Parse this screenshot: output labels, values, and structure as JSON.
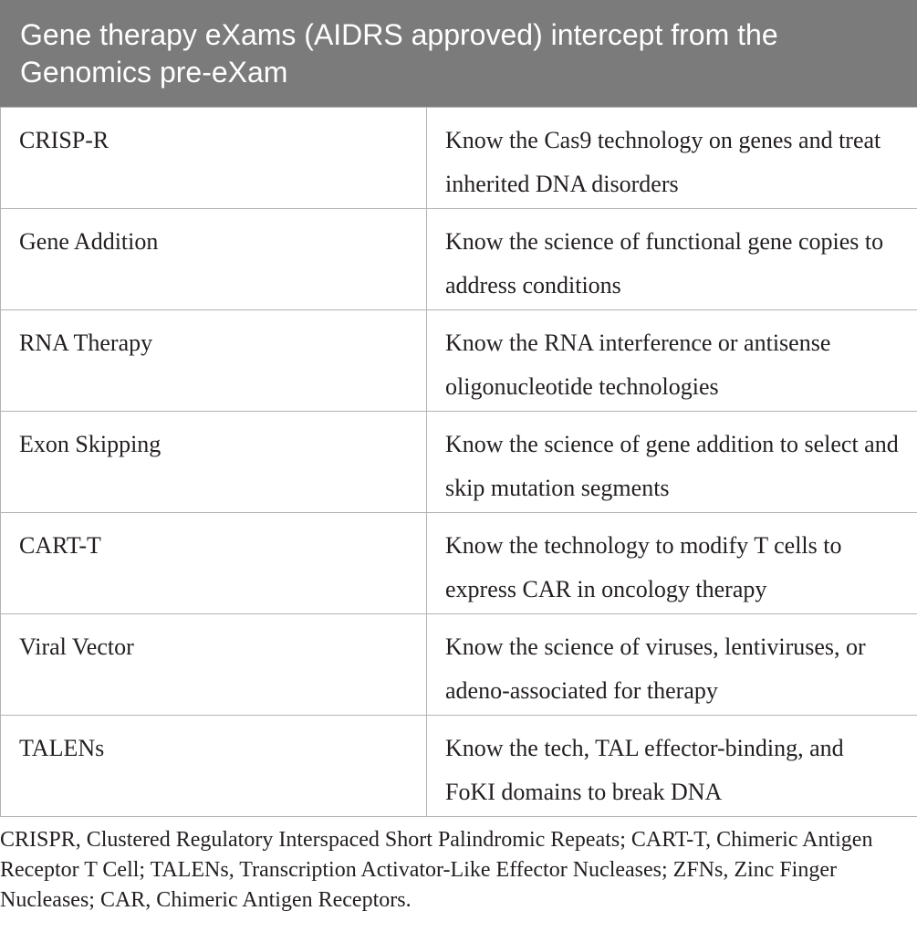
{
  "table": {
    "title": "Gene therapy eXams (AIDRS approved) intercept from the Genomics pre-eXam",
    "rows": [
      {
        "name": "CRISP-R",
        "description": "Know the Cas9 technology on genes and treat inherited DNA disorders"
      },
      {
        "name": "Gene Addition",
        "description": "Know the science of functional gene copies to address conditions"
      },
      {
        "name": "RNA Therapy",
        "description": "Know the RNA interference or antisense oligonucleotide technologies"
      },
      {
        "name": "Exon Skipping",
        "description": "Know the science of gene addition to select and skip mutation segments"
      },
      {
        "name": "CART-T",
        "description": "Know the technology to modify T cells to express CAR in oncology therapy"
      },
      {
        "name": "Viral Vector",
        "description": "Know the science of viruses, lentiviruses, or adeno-associated for therapy"
      },
      {
        "name": "TALENs",
        "description": "Know the tech, TAL effector-binding, and FoKI domains to break DNA"
      }
    ],
    "footnote": "CRISPR, Clustered Regulatory Interspaced Short Palindromic Repeats; CART-T, Chimeric Antigen Receptor T Cell; TALENs, Transcription Activator-Like Effector Nucleases; ZFNs, Zinc Finger Nucleases; CAR, Chimeric Antigen Receptors."
  },
  "colors": {
    "header_bg": "#7b7b7b",
    "header_text": "#ffffff",
    "border": "#b3b3b3",
    "text": "#231f20"
  }
}
